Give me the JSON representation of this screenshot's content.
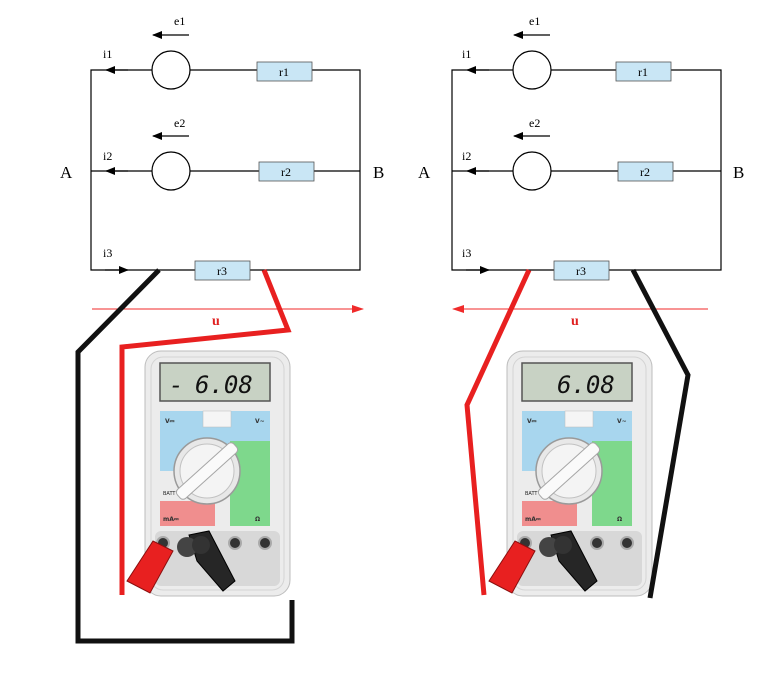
{
  "circuits": [
    {
      "node_a": "A",
      "node_b": "B",
      "currents": [
        "i1",
        "i2",
        "i3"
      ],
      "emfs": [
        "e1",
        "e2"
      ],
      "resistors": [
        "r1",
        "r2",
        "r3"
      ],
      "voltage_label": "u",
      "voltage_direction": "right",
      "meter": {
        "sign": "-",
        "reading": "6.08",
        "range_dcv": "V⎓",
        "range_acv": "V~",
        "range_ohm": "Ω",
        "range_ma": "mA⎓",
        "battery": "BATT"
      }
    },
    {
      "node_a": "A",
      "node_b": "B",
      "currents": [
        "i1",
        "i2",
        "i3"
      ],
      "emfs": [
        "e1",
        "e2"
      ],
      "resistors": [
        "r1",
        "r2",
        "r3"
      ],
      "voltage_label": "u",
      "voltage_direction": "left",
      "meter": {
        "sign": "",
        "reading": "6.08",
        "range_dcv": "V⎓",
        "range_acv": "V~",
        "range_ohm": "Ω",
        "range_ma": "mA⎓",
        "battery": "BATT"
      }
    }
  ],
  "colors": {
    "wire": "#000000",
    "probe_red": "#e82020",
    "probe_black": "#111111",
    "resistor_fill": "#c9e6f5",
    "voltage_arrow": "#f02a2a",
    "lcd": "#c8d2c4",
    "meter_body": "#ececec",
    "panel_blue": "#a8d6ee",
    "panel_green": "#7ed88c",
    "panel_red": "#f08e8e"
  }
}
